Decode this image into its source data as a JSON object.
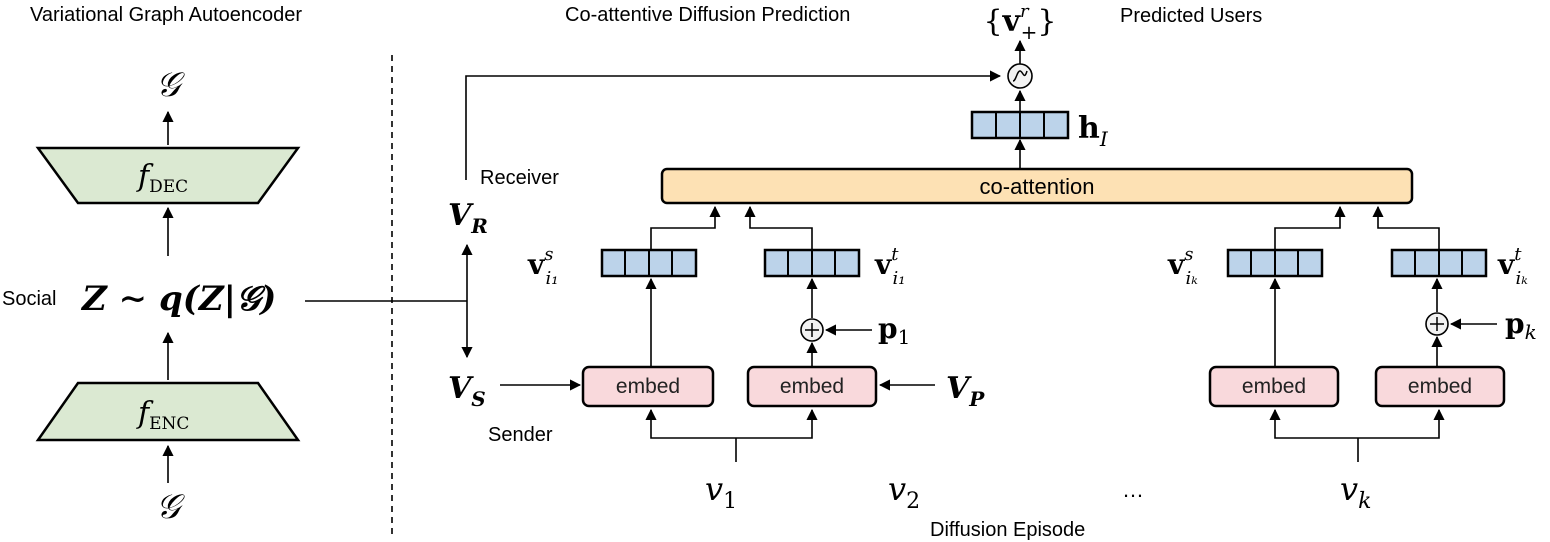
{
  "titles": {
    "vgae": "Variational Graph Autoencoder",
    "codiff": "Co-attentive Diffusion Prediction",
    "predicted": "Predicted Users",
    "episode": "Diffusion Episode"
  },
  "labels": {
    "receiver": "Receiver",
    "sender": "Sender",
    "social": "Social",
    "ellipsis": "…"
  },
  "blocks": {
    "coattention": "co-attention",
    "embed": "embed"
  },
  "math": {
    "graph": "𝒢",
    "f": "f",
    "dec_sub": "DEC",
    "enc_sub": "ENC",
    "z_expr": "𝒁 ∼ q(𝒁|𝒢)",
    "V": "V",
    "R": "R",
    "S": "S",
    "P": "P",
    "vbold": "v",
    "pbold": "p",
    "hbold": "h",
    "I": "I",
    "sup_s": "s",
    "sup_t": "t",
    "sup_r": "r",
    "plus_sub": "+",
    "i1": "i₁",
    "ik": "iₖ",
    "one": "1",
    "k": "k",
    "v1": "v",
    "v2": "v",
    "vk": "v",
    "sub1": "1",
    "sub2": "2",
    "subk": "k",
    "lbrace": "{",
    "rbrace": "}"
  },
  "colors": {
    "trapezoid_fill": "#dbe9d2",
    "embed_fill": "#f9d9dc",
    "vector_fill": "#bcd3ea",
    "coattention_fill": "#fde1b4"
  }
}
